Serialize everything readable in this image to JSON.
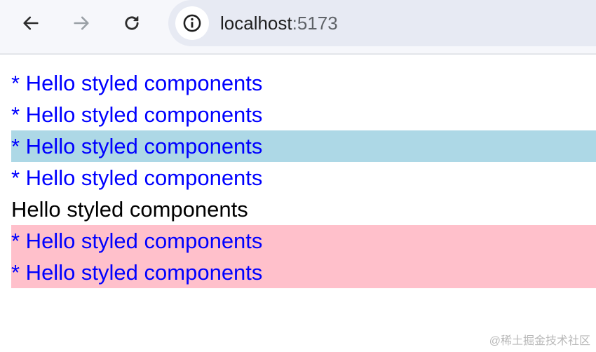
{
  "browser": {
    "back_icon": "arrow-left-icon",
    "forward_icon": "arrow-right-icon",
    "reload_icon": "reload-icon",
    "site_info_icon": "info-icon",
    "url_host": "localhost",
    "url_port": ":5173"
  },
  "page": {
    "lines": [
      {
        "text": "* Hello styled components",
        "background": "#ffffff",
        "color": "#0000ff"
      },
      {
        "text": "* Hello styled components",
        "background": "#ffffff",
        "color": "#0000ff"
      },
      {
        "text": "* Hello styled components",
        "background": "#add8e6",
        "color": "#0000ff"
      },
      {
        "text": "* Hello styled components",
        "background": "#ffffff",
        "color": "#0000ff"
      },
      {
        "text": "Hello styled components",
        "background": "#ffffff",
        "color": "#000000"
      },
      {
        "text": "* Hello styled components",
        "background": "#ffc0cb",
        "color": "#0000ff"
      },
      {
        "text": "* Hello styled components",
        "background": "#ffc0cb",
        "color": "#0000ff"
      }
    ]
  },
  "watermark": "@稀土掘金技术社区"
}
